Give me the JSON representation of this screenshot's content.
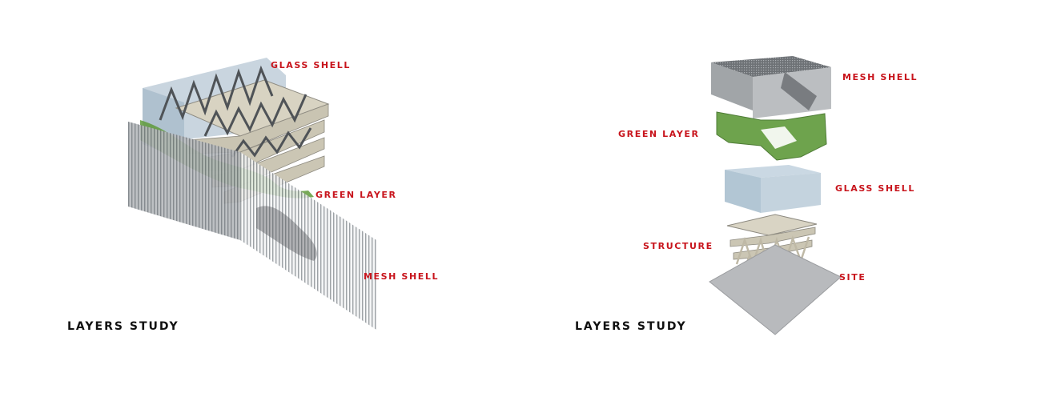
{
  "left_diagram": {
    "title": "LAYERS STUDY",
    "labels": {
      "glass_shell": "GLASS SHELL",
      "green_layer": "GREEN LAYER",
      "mesh_shell": "MESH SHELL"
    }
  },
  "right_diagram": {
    "title": "LAYERS STUDY",
    "labels": {
      "mesh_shell": "MESH SHELL",
      "green_layer": "GREEN LAYER",
      "glass_shell": "GLASS SHELL",
      "structure": "STRUCTURE",
      "site": "SITE"
    }
  },
  "colors": {
    "label": "#c8141c",
    "title": "#111111",
    "glass": "#9eb6c8",
    "green": "#5f9a3a",
    "slab": "#d9d4c4",
    "mesh": "#8a8e92",
    "site": "#b8babd"
  }
}
